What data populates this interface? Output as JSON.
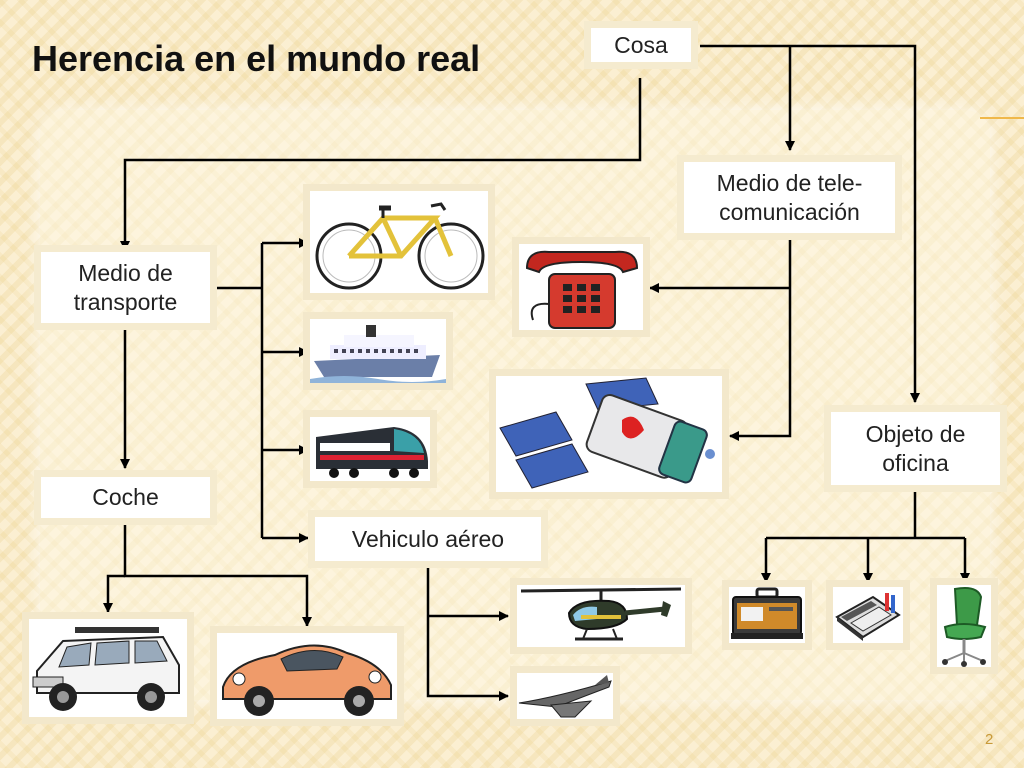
{
  "slide": {
    "title": "Herencia en el mundo real",
    "page_number": "2"
  },
  "nodes": {
    "cosa": "Cosa",
    "medio_telecom_line1": "Medio de tele-",
    "medio_telecom_line2": "comunicación",
    "medio_transporte_line1": "Medio de",
    "medio_transporte_line2": "transporte",
    "objeto_oficina_line1": "Objeto de",
    "objeto_oficina_line2": "oficina",
    "coche": "Coche",
    "vehiculo_aereo": "Vehiculo aéreo"
  },
  "images": [
    "bicycle-icon",
    "ship-icon",
    "train-icon",
    "telephone-icon",
    "satellite-icon",
    "suv-icon",
    "sports-car-icon",
    "helicopter-icon",
    "jet-icon",
    "briefcase-icon",
    "organizer-icon",
    "office-chair-icon"
  ],
  "colors": {
    "background": "#fbefd2",
    "accent": "#f0b84a",
    "text": "#111111"
  }
}
